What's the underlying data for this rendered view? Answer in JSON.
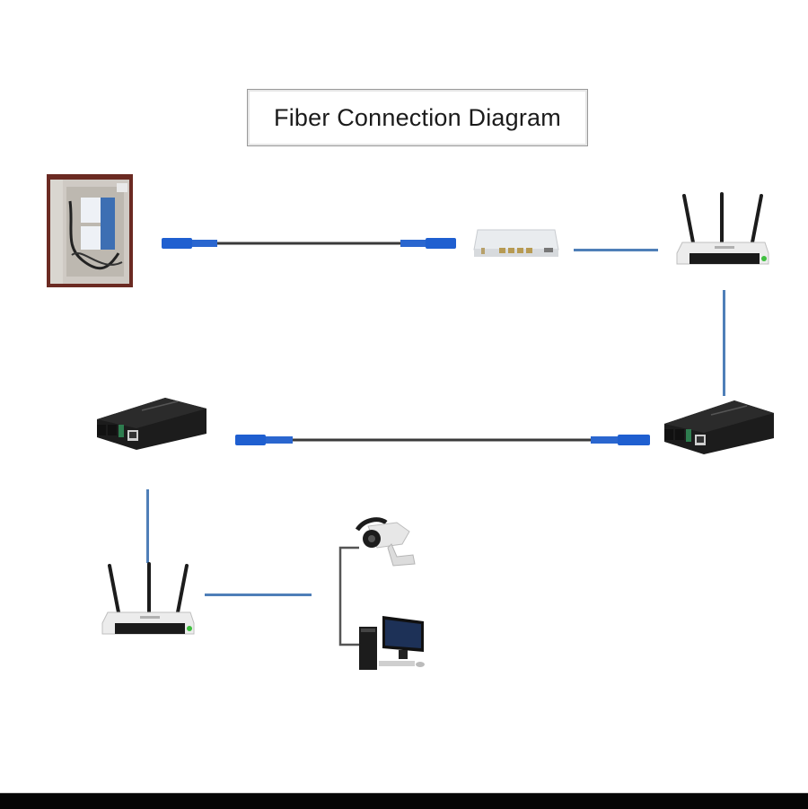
{
  "diagram": {
    "title": "Fiber Connection Diagram",
    "colors": {
      "ethernet_link": "#4f7fb8",
      "fiber_connector": "#1f5fd0",
      "fiber_cable": "#3a3a3a",
      "device_dark": "#1c1c1c",
      "router_body": "#ececec",
      "router_led": "#3fbf3f",
      "title_border": "#9a9a9a",
      "bottom_bar": "#050505"
    },
    "nodes": [
      {
        "id": "distribution-box",
        "label": "Fiber distribution box",
        "icon": "fiber-distribution-box-icon"
      },
      {
        "id": "onu",
        "label": "ONU / modem",
        "icon": "onu-modem-icon"
      },
      {
        "id": "router-top",
        "label": "Wireless router",
        "icon": "wifi-router-icon"
      },
      {
        "id": "converter-right",
        "label": "Fiber media converter",
        "icon": "media-converter-icon"
      },
      {
        "id": "converter-left",
        "label": "Fiber media converter",
        "icon": "media-converter-icon"
      },
      {
        "id": "router-bottom",
        "label": "Wireless router",
        "icon": "wifi-router-icon"
      },
      {
        "id": "camera",
        "label": "CCTV camera",
        "icon": "cctv-camera-icon"
      },
      {
        "id": "computer",
        "label": "Desktop computer",
        "icon": "desktop-computer-icon"
      }
    ],
    "edges": [
      {
        "from": "distribution-box",
        "to": "onu",
        "type": "fiber-cable"
      },
      {
        "from": "onu",
        "to": "router-top",
        "type": "ethernet"
      },
      {
        "from": "router-top",
        "to": "converter-right",
        "type": "ethernet"
      },
      {
        "from": "converter-right",
        "to": "converter-left",
        "type": "fiber-cable"
      },
      {
        "from": "converter-left",
        "to": "router-bottom",
        "type": "ethernet"
      },
      {
        "from": "router-bottom",
        "to": "camera",
        "type": "ethernet"
      },
      {
        "from": "router-bottom",
        "to": "computer",
        "type": "ethernet"
      }
    ]
  }
}
